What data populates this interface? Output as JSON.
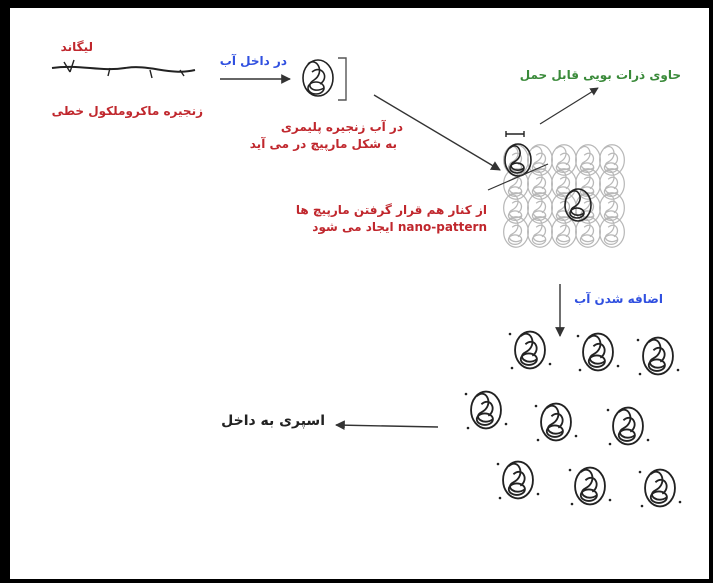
{
  "labels": {
    "ligand": "لیگاند",
    "linear_chain": "زنجیره ماکروملکول خطی",
    "in_water": "در داخل آب",
    "helix_caption_1": "در آب زنجیره پلیمری",
    "helix_caption_2": "به شکل مارپیچ در می آید",
    "particles": "حاوی ذرات بویی قابل حمل",
    "pattern_caption_1": "از کنار هم قرار گرفتن مارپیچ ها",
    "pattern_caption_2": "nano-pattern ایجاد می شود",
    "add_water": "اضافه شدن آب",
    "sponge": "اسپری به داخل"
  },
  "colors": {
    "red": "#c0272d",
    "blue": "#3050e0",
    "green": "#3a8a3a",
    "grid": "#b8b8b8"
  }
}
